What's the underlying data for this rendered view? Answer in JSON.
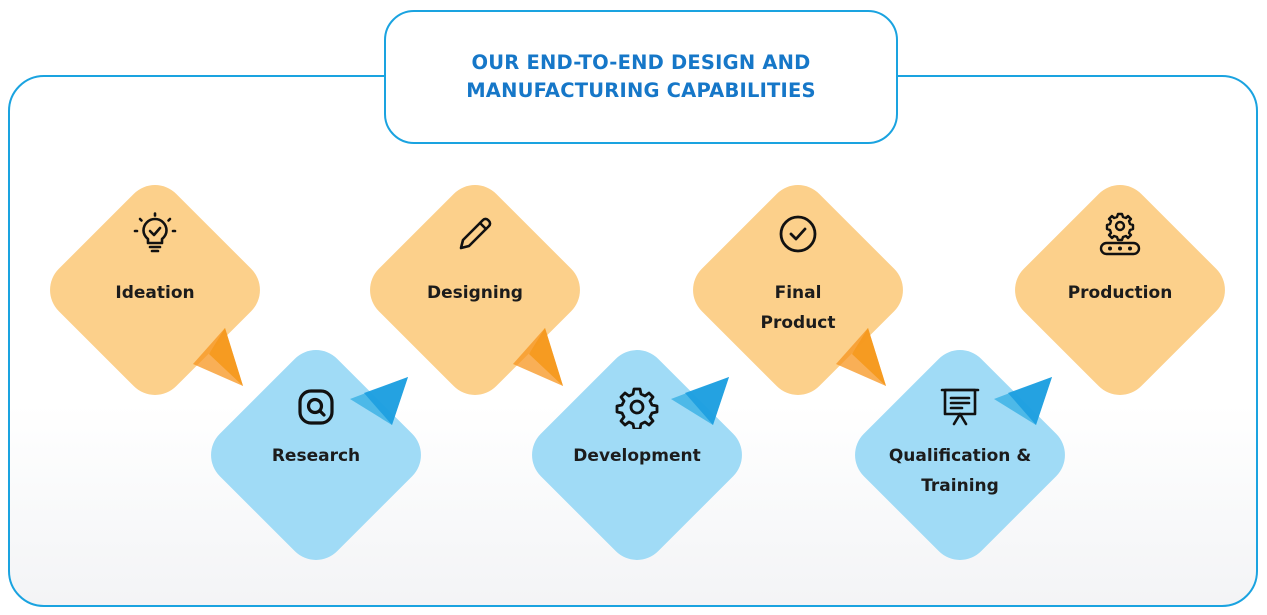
{
  "title": {
    "line1": "OUR END-TO-END DESIGN AND",
    "line2": "MANUFACTURING CAPABILITIES"
  },
  "colors": {
    "accent_blue": "#1aa3e0",
    "title_blue": "#1677c8",
    "orange_tile": "#fcd08b",
    "blue_tile": "#a0dbf6",
    "orange_arrow": "#f7941d",
    "blue_arrow": "#29abe2"
  },
  "steps": [
    {
      "label": "Ideation",
      "icon": "lightbulb-check-icon",
      "tone": "orange"
    },
    {
      "label": "Research",
      "icon": "search-icon",
      "tone": "blue"
    },
    {
      "label": "Designing",
      "icon": "pencil-icon",
      "tone": "orange"
    },
    {
      "label": "Development",
      "icon": "gear-icon",
      "tone": "blue"
    },
    {
      "label": "Final\nProduct",
      "icon": "check-circle-icon",
      "tone": "orange"
    },
    {
      "label": "Qualification &\nTraining",
      "icon": "presentation-board-icon",
      "tone": "blue"
    },
    {
      "label": "Production",
      "icon": "gear-conveyor-icon",
      "tone": "orange"
    }
  ]
}
